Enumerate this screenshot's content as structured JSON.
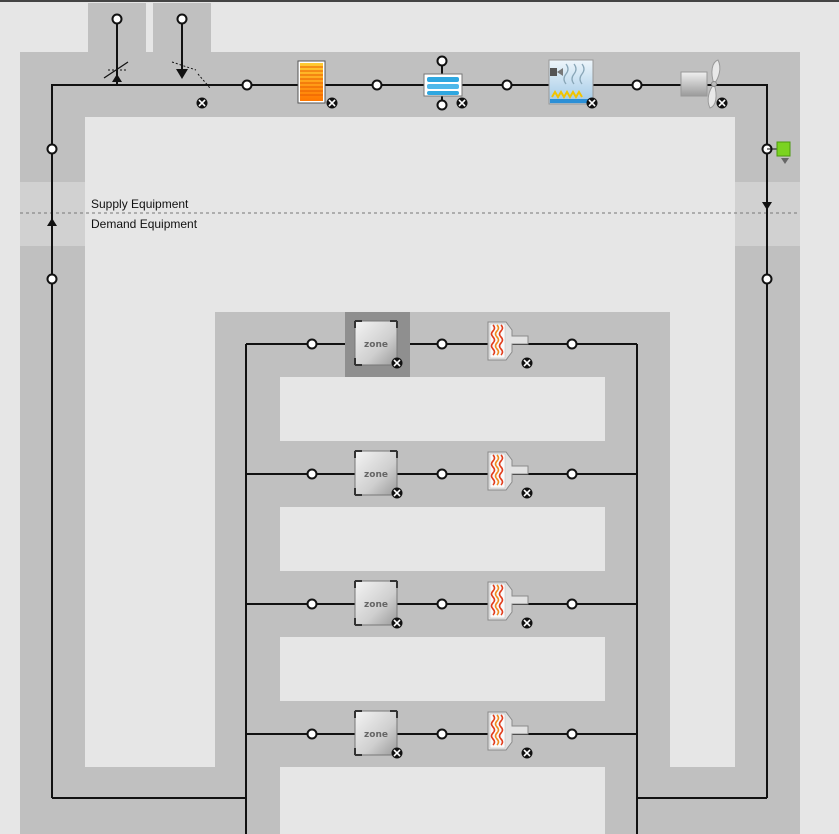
{
  "canvas": {
    "background": "#e6e6e6",
    "band_color": "#c0c0c0",
    "line_color": "#111111",
    "top_border_color": "#444444"
  },
  "divider": {
    "supply_label": "Supply Equipment",
    "demand_label": "Demand Equipment"
  },
  "supply_components": [
    {
      "name": "outdoor-air-inlet-node",
      "icon": "node-circle"
    },
    {
      "name": "outdoor-air-damper",
      "icon": "damper-icon"
    },
    {
      "name": "relief-air-outlet-node",
      "icon": "node-circle"
    },
    {
      "name": "relief-air-damper",
      "icon": "damper-icon"
    },
    {
      "name": "heating-coil",
      "icon": "heating-coil-icon"
    },
    {
      "name": "cooling-coil",
      "icon": "cooling-coil-icon"
    },
    {
      "name": "humidifier",
      "icon": "humidifier-icon"
    },
    {
      "name": "supply-fan",
      "icon": "fan-icon"
    },
    {
      "name": "setpoint-manager",
      "icon": "setpoint-manager-icon"
    }
  ],
  "zones": [
    {
      "label": "zone",
      "selected": true,
      "terminal": "air-terminal-reheat-icon"
    },
    {
      "label": "zone",
      "selected": false,
      "terminal": "air-terminal-reheat-icon"
    },
    {
      "label": "zone",
      "selected": false,
      "terminal": "air-terminal-reheat-icon"
    },
    {
      "label": "zone",
      "selected": false,
      "terminal": "air-terminal-reheat-icon"
    }
  ],
  "remove_icon": "remove-x-icon"
}
